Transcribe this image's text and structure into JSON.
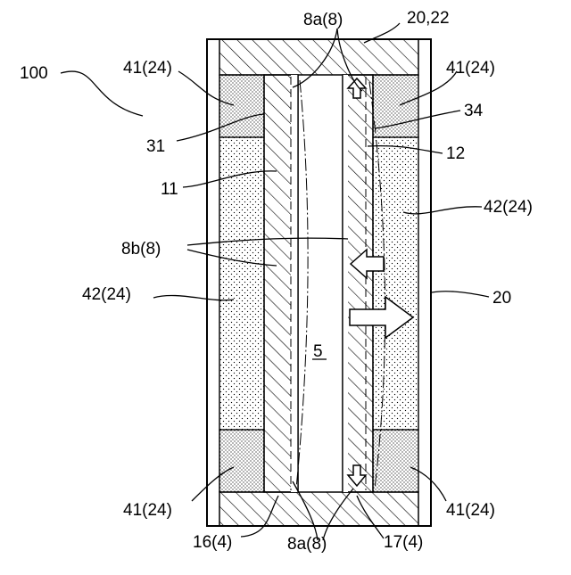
{
  "labels": {
    "ref_100": "100",
    "ref_8a_top": "8a(8)",
    "ref_20_22": "20,22",
    "ref_41_tl": "41(24)",
    "ref_41_tr": "41(24)",
    "ref_34": "34",
    "ref_31": "31",
    "ref_12": "12",
    "ref_11": "11",
    "ref_42_right": "42(24)",
    "ref_8b": "8b(8)",
    "ref_42_left": "42(24)",
    "ref_20": "20",
    "ref_5": "5",
    "ref_41_bl": "41(24)",
    "ref_41_br": "41(24)",
    "ref_16": "16(4)",
    "ref_8a_bottom": "8a(8)",
    "ref_17": "17(4)"
  },
  "icons": {
    "arrow_up": "up-arrow-icon",
    "arrow_down": "down-arrow-icon",
    "arrow_left": "left-arrow-icon",
    "arrow_right": "right-arrow-icon"
  }
}
